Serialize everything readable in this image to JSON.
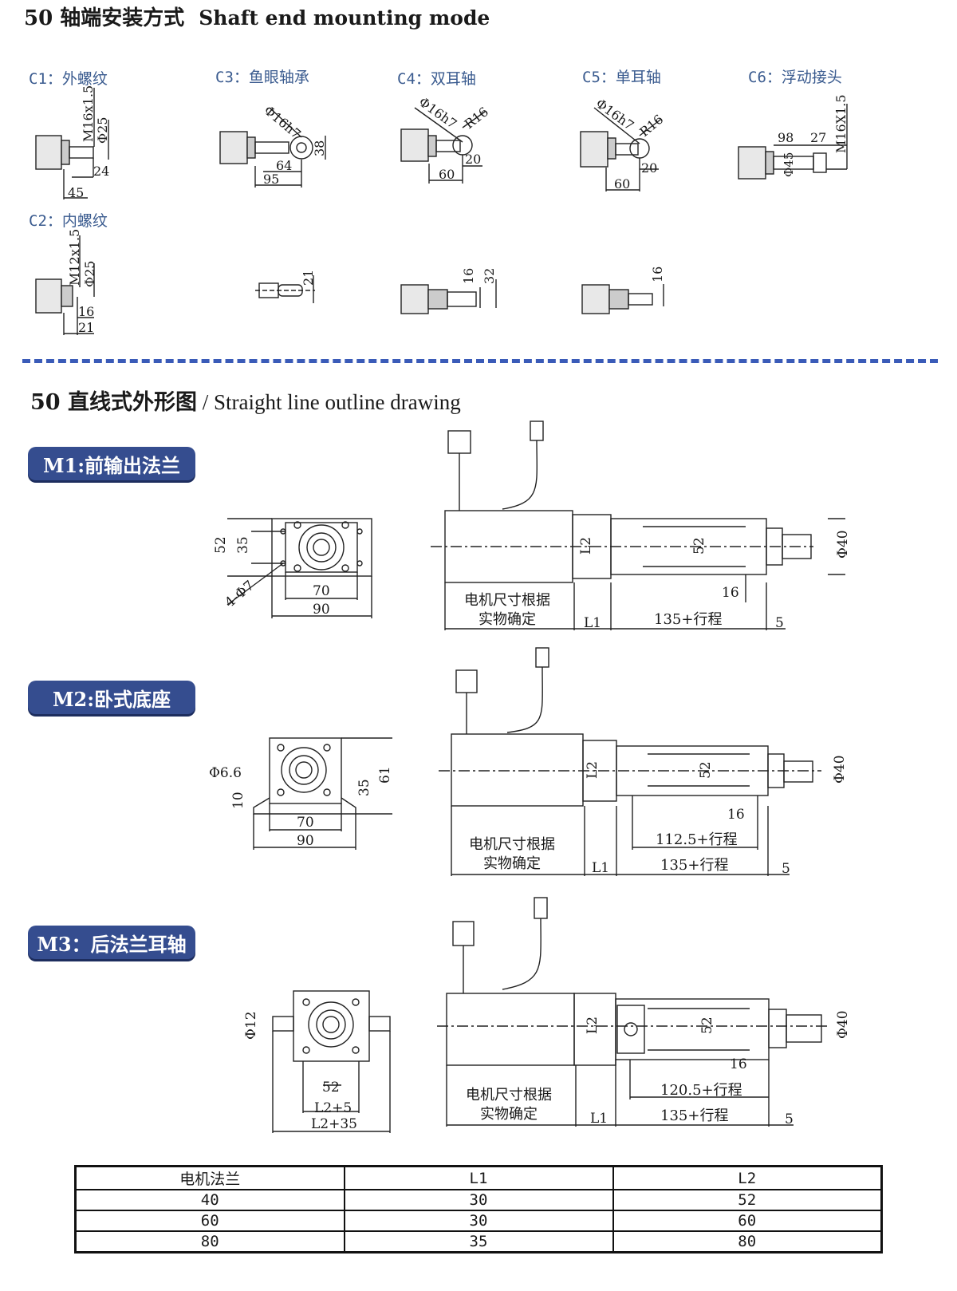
{
  "section1": {
    "title_cn": "50 轴端安装方式",
    "title_en": "Shaft end mounting mode"
  },
  "mounts": [
    {
      "label": "C1：外螺纹",
      "dims": [
        "M16x1.5",
        "Φ25",
        "24",
        "45"
      ]
    },
    {
      "label": "C3：鱼眼轴承",
      "dims": [
        "Φ16h7",
        "38",
        "64",
        "95"
      ]
    },
    {
      "label": "C4：双耳轴",
      "dims": [
        "Φ16h7",
        "R16",
        "20",
        "60"
      ]
    },
    {
      "label": "C5：单耳轴",
      "dims": [
        "Φ16h7",
        "R16",
        "20",
        "60"
      ]
    },
    {
      "label": "C6：浮动接头",
      "dims": [
        "98",
        "27",
        "M16X1.5",
        "Φ45"
      ]
    },
    {
      "label": "C2：内螺纹",
      "dims": [
        "M12x1.5",
        "Φ25",
        "16",
        "21"
      ]
    }
  ],
  "side_views": {
    "c3": "21",
    "c4_a": "16",
    "c4_b": "32",
    "c5": "16"
  },
  "section2": {
    "title_cn": "50 直线式外形图",
    "separator": " / ",
    "title_en": "Straight line outline drawing"
  },
  "models": [
    {
      "badge": "M1:前输出法兰",
      "front": [
        "52",
        "35",
        "4-Φ7",
        "70",
        "90"
      ],
      "side": {
        "motor_note_1": "电机尺寸根据",
        "motor_note_2": "实物确定",
        "l1": "L1",
        "l2": "L2",
        "body": "52",
        "dia": "Φ40",
        "d16": "16",
        "stroke": "135+行程",
        "d5": "5"
      }
    },
    {
      "badge": "M2:卧式底座",
      "front": [
        "Φ6.6",
        "10",
        "35",
        "61",
        "70",
        "90"
      ],
      "side": {
        "motor_note_1": "电机尺寸根据",
        "motor_note_2": "实物确定",
        "l1": "L1",
        "l2": "L2",
        "body": "52",
        "dia": "Φ40",
        "d16": "16",
        "stroke_inner": "112.5+行程",
        "stroke": "135+行程",
        "d5": "5"
      }
    },
    {
      "badge": "M3：后法兰耳轴",
      "front": [
        "Φ12",
        "52",
        "L2+5",
        "L2+35"
      ],
      "side": {
        "motor_note_1": "电机尺寸根据",
        "motor_note_2": "实物确定",
        "l1": "L1",
        "l2": "L2",
        "body": "52",
        "dia": "Φ40",
        "d16": "16",
        "stroke_inner": "120.5+行程",
        "stroke": "135+行程",
        "d5": "5"
      }
    }
  ],
  "table": {
    "headers": [
      "电机法兰",
      "L1",
      "L2"
    ],
    "rows": [
      [
        "40",
        "30",
        "52"
      ],
      [
        "60",
        "30",
        "60"
      ],
      [
        "80",
        "35",
        "80"
      ]
    ]
  }
}
